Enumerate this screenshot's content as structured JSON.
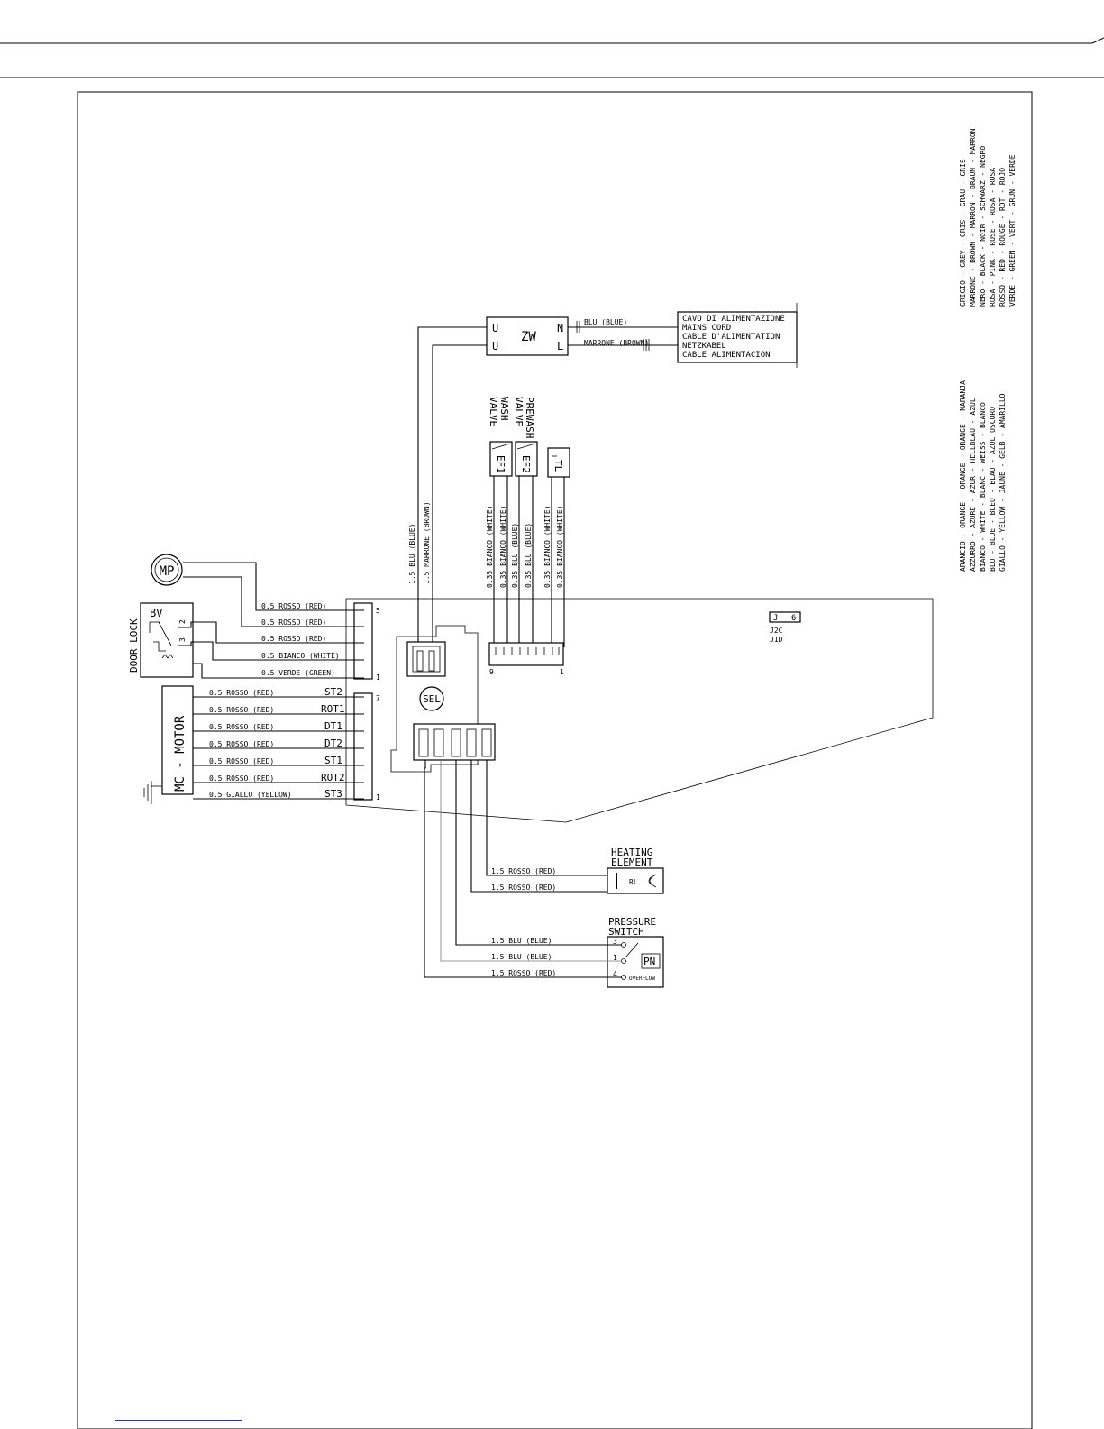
{
  "components": {
    "mp": "MP",
    "door_lock": {
      "title": "DOOR LOCK",
      "bv": "BV"
    },
    "motor": "MC - MOTOR",
    "zw": {
      "label": "ZW",
      "pins_left": [
        "U",
        "U"
      ],
      "pins_right": [
        "N",
        "L"
      ]
    },
    "mains": [
      "CAVO DI ALIMENTAZIONE",
      "MAINS CORD",
      "CABLE D'ALIMENTATION",
      "NETZKABEL",
      "CABLE ALIMENTACION"
    ],
    "wash_valve": [
      "WASH",
      "VALVE"
    ],
    "prewash_valve": [
      "PREWASH",
      "VALVE"
    ],
    "ef1": "EF1",
    "ef2": "EF2",
    "tl": "TL",
    "sel": "SEL",
    "heating": {
      "title": [
        "HEATING",
        "ELEMENT"
      ],
      "code": "RL"
    },
    "pressure": {
      "title": [
        "PRESSURE",
        "SWITCH"
      ],
      "code": "PN",
      "overflow": "OVERFLOW"
    },
    "board_jumper": {
      "j": "J",
      "num": "6",
      "codes": [
        "J2C",
        "J1D"
      ]
    }
  },
  "mains_wires": [
    "BLU (BLUE)",
    "MARRONE (BROWN)"
  ],
  "supply_wires": [
    "1.5 BLU (BLUE)",
    "1.5 MARRONE (BROWN)"
  ],
  "valve_wires": [
    "0.35 BIANCO (WHITE)",
    "0.35 BIANCO (WHITE)",
    "0.35 BLU (BLUE)",
    "0.35 BLU (BLUE)",
    "0.35 BIANCO (WHITE)",
    "0.35 BIANCO (WHITE)"
  ],
  "connector_pins": {
    "top_left": "5",
    "bottom_left": "1",
    "motor_top": "7",
    "motor_bottom": "1",
    "valve_left": "9",
    "valve_right": "1",
    "lock_pins": [
      "2",
      "3"
    ]
  },
  "door_wires": [
    "0.5 ROSSO (RED)",
    "0.5 ROSSO (RED)",
    "0.5 ROSSO (RED)",
    "0.5 BIANCO (WHITE)",
    "0.5 VERDE (GREEN)"
  ],
  "motor_wires": [
    {
      "wire": "0.5 ROSSO (RED)",
      "term": "ST2"
    },
    {
      "wire": "0.5 ROSSO (RED)",
      "term": "ROT1"
    },
    {
      "wire": "0.5 ROSSO (RED)",
      "term": "DT1"
    },
    {
      "wire": "0.5 ROSSO (RED)",
      "term": "DT2"
    },
    {
      "wire": "0.5 ROSSO (RED)",
      "term": "ST1"
    },
    {
      "wire": "0.5 ROSSO (RED)",
      "term": "ROT2"
    },
    {
      "wire": "0.5 GIALLO (YELLOW)",
      "term": "ST3"
    }
  ],
  "heater_wires": [
    "1.5 ROSSO (RED)",
    "1.5 ROSSO (RED)"
  ],
  "pressure_wires": [
    "1.5 BLU (BLUE)",
    "1.5 BLU (BLUE)",
    "1.5 ROSSO (RED)"
  ],
  "pressure_pins": [
    "3",
    "1",
    "4"
  ],
  "legend_right": [
    "GRIGIO   - GREY   - GRIS   - GRAU    - GRIS",
    "MARRONE  - BROWN  - MARRON - BRAUN   - MARRON",
    "NERO     - BLACK  - NOIR   - SCHWARZ - NEGRO",
    "ROSA     - PINK   - ROSE   - ROSA    - ROSA",
    "ROSSO    - RED    - ROUGE  - ROT     - ROJO",
    "VERDE    - GREEN  - VERT   - GRUN    - VERDE"
  ],
  "legend_left": [
    "ARANCIO  - ORANGE - ORANGE - ORANGE  - NARANJA",
    "AZZURRO  - AZURE  - AZUR   - HELLBLAU - AZUL",
    "BIANCO   - WHITE  - BLANC  - WEISS   - BLANCO",
    "BLU      - BLUE   - BLEU   - BLAU    - AZUL OSCURO",
    "GIALLO   - YELLOW - JAUNE  - GELB    - AMARILLO"
  ]
}
